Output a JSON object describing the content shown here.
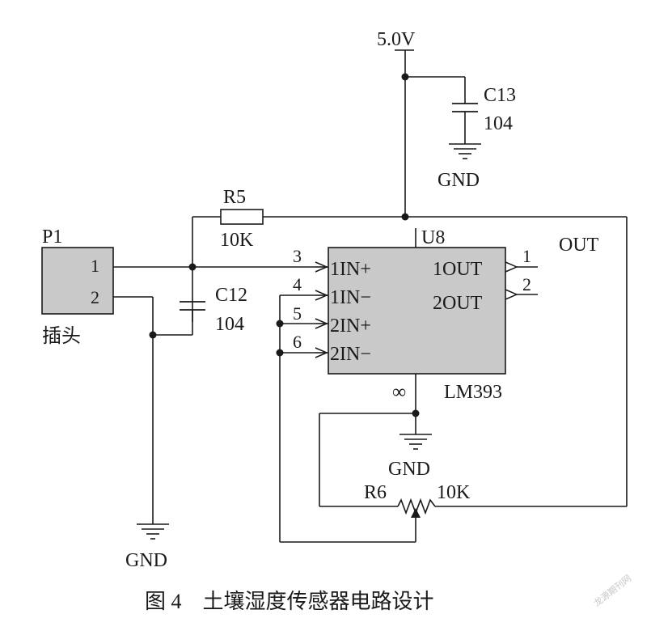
{
  "power": {
    "label": "5.0V"
  },
  "c13": {
    "name": "C13",
    "value": "104",
    "gnd": "GND"
  },
  "r5": {
    "name": "R5",
    "value": "10K"
  },
  "p1": {
    "name": "P1",
    "pin1": "1",
    "pin2": "2",
    "desc": "插头"
  },
  "c12": {
    "name": "C12",
    "value": "104"
  },
  "u8": {
    "name": "U8",
    "part": "LM393",
    "inputs": [
      {
        "pin": "3",
        "label": "1IN+"
      },
      {
        "pin": "4",
        "label": "1IN−"
      },
      {
        "pin": "5",
        "label": "2IN+"
      },
      {
        "pin": "6",
        "label": "2IN−"
      }
    ],
    "outputs": [
      {
        "pin": "1",
        "label": "1OUT"
      },
      {
        "pin": "2",
        "label": "2OUT"
      }
    ],
    "gnd_mark": "∞"
  },
  "out_label": "OUT",
  "gnd_u8": "GND",
  "r6": {
    "name": "R6",
    "value": "10K"
  },
  "gnd_p1": "GND",
  "caption": "图 4　土壤湿度传感器电路设计",
  "watermark": "龙源期刊网"
}
